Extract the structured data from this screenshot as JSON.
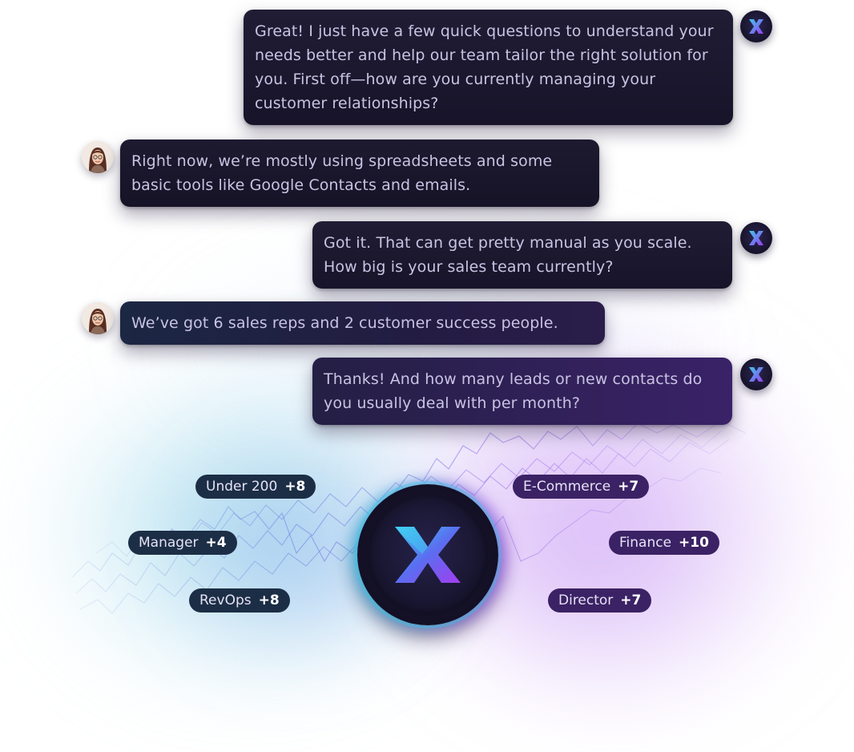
{
  "conversation": {
    "messages": [
      {
        "sender": "bot",
        "text": "Great! I just have a few quick questions to understand your needs better and help our team tailor the right solution for you. First off—how are you currently managing your customer relationships?"
      },
      {
        "sender": "user",
        "text": "Right now, we’re mostly using spreadsheets and some basic tools like Google Contacts and emails."
      },
      {
        "sender": "bot",
        "text": "Got it. That can get pretty manual as you scale. How big is your sales team currently?"
      },
      {
        "sender": "user",
        "text": "We’ve got 6 sales reps and 2 customer success people."
      },
      {
        "sender": "bot",
        "text": "Thanks! And how many leads or new contacts do you usually deal with per month?"
      }
    ]
  },
  "tags": {
    "left": [
      {
        "label": "Under 200",
        "score": "+8"
      },
      {
        "label": "Manager",
        "score": "+4"
      },
      {
        "label": "RevOps",
        "score": "+8"
      }
    ],
    "right": [
      {
        "label": "E-Commerce",
        "score": "+7"
      },
      {
        "label": "Finance",
        "score": "+10"
      },
      {
        "label": "Director",
        "score": "+7"
      }
    ]
  },
  "icons": {
    "bot_avatar": "x-logo-icon",
    "user_avatar": "woman-avatar",
    "center": "x-logo-icon"
  },
  "colors": {
    "bubble_bg": "#1b182e",
    "bubble_text": "#c9c3e3",
    "logo_gradient_start": "#3ec6f0",
    "logo_gradient_end": "#9b3df0",
    "teal_glow": "#60bedc",
    "purple_glow": "#af6ef0"
  }
}
